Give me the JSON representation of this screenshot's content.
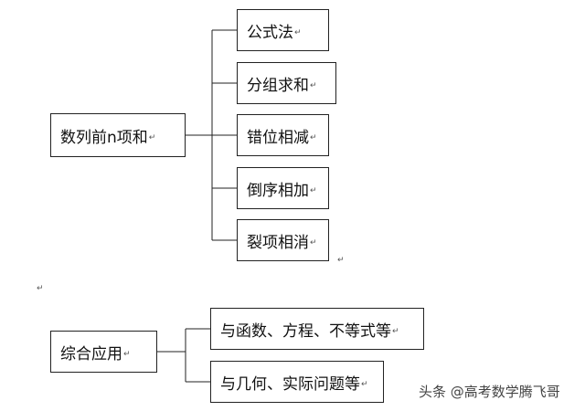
{
  "diagram1": {
    "root": {
      "label": "数列前n项和"
    },
    "children": [
      {
        "label": "公式法"
      },
      {
        "label": "分组求和"
      },
      {
        "label": "错位相减"
      },
      {
        "label": "倒序相加"
      },
      {
        "label": "裂项相消"
      }
    ]
  },
  "diagram2": {
    "root": {
      "label": "综合应用"
    },
    "children": [
      {
        "label": "与函数、方程、不等式等"
      },
      {
        "label": "与几何、实际问题等"
      }
    ]
  },
  "paragraph_mark": "↵",
  "watermark": "头条 @高考数学腾飞哥",
  "colors": {
    "line": "#222222",
    "background": "#ffffff"
  }
}
